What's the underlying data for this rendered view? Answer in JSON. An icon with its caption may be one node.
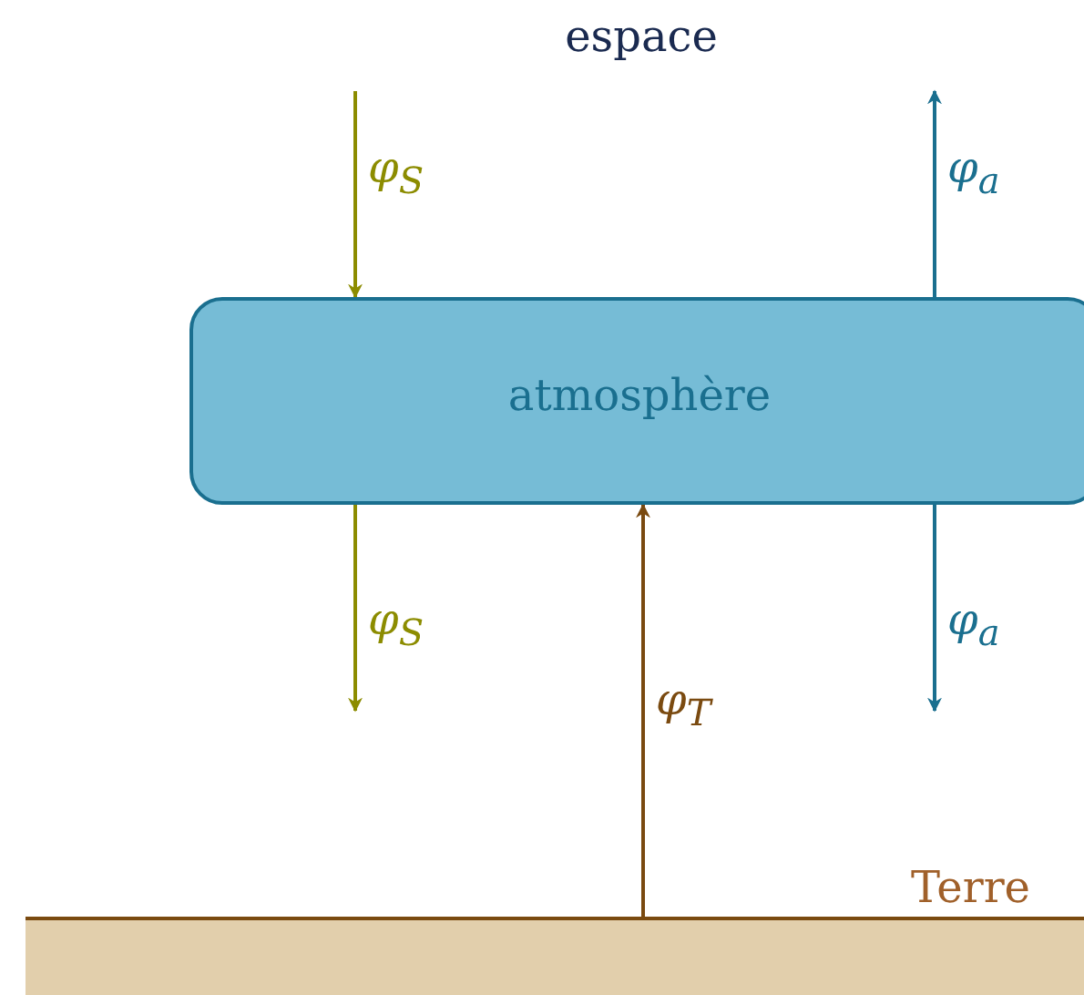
{
  "diagram": {
    "nodes": [
      {
        "text": [
          "espace"
        ]
      },
      {
        "text": [
          "atmosphère"
        ]
      },
      {
        "text": [
          "Terre"
        ]
      }
    ],
    "edges": [
      {
        "from": null,
        "to": 1,
        "arrow": "to",
        "label": "φ$_{S}$",
        "color": "#8c8c00"
      },
      {
        "from": 1,
        "to": null,
        "arrow": "to",
        "label": "φ$_{a}$",
        "color": "#1a6f8f"
      },
      {
        "from": 1,
        "to": null,
        "arrow": "to",
        "label": "φ$_{S}$",
        "color": "#8c8c00"
      },
      {
        "from": 2,
        "to": 1,
        "arrow": "to",
        "label": "φ$_{T}$",
        "color": "#7a4a10"
      },
      {
        "from": 1,
        "to": null,
        "arrow": "to",
        "label": "φ$_{a}$",
        "color": "#1a6f8f"
      }
    ]
  }
}
